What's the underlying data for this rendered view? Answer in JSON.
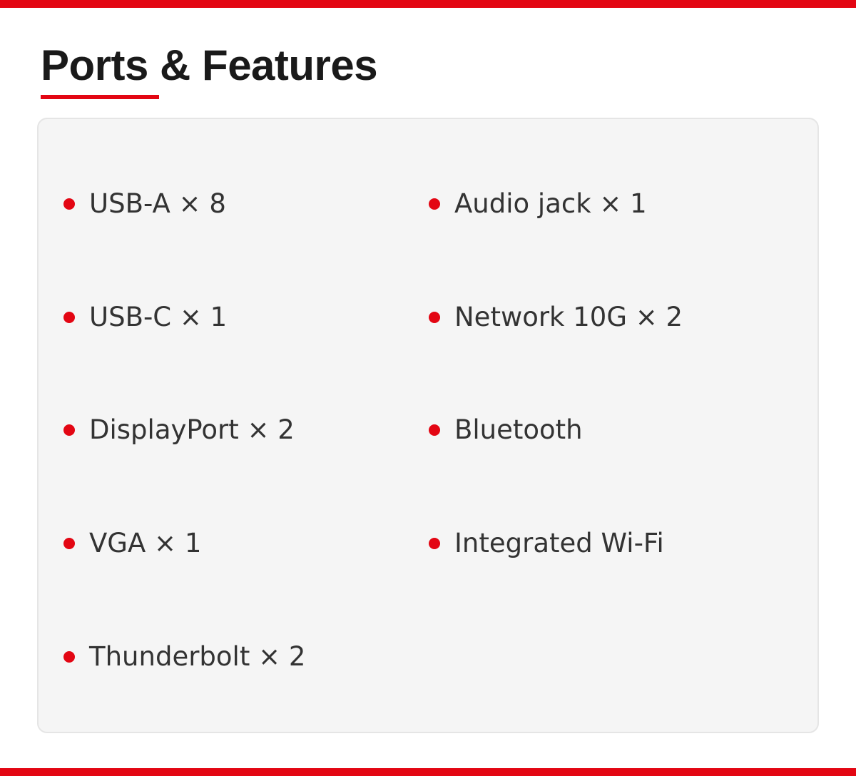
{
  "colors": {
    "accent": "#e30613",
    "panel_bg": "#f5f5f5",
    "text": "#333333",
    "title": "#1a1a1a"
  },
  "title": "Ports & Features",
  "features": {
    "left": [
      {
        "label": "USB-A × 8"
      },
      {
        "label": "USB-C × 1"
      },
      {
        "label": "DisplayPort × 2"
      },
      {
        "label": "VGA × 1"
      },
      {
        "label": "Thunderbolt × 2"
      }
    ],
    "right": [
      {
        "label": "Audio jack × 1"
      },
      {
        "label": "Network 10G × 2"
      },
      {
        "label": "Bluetooth"
      },
      {
        "label": "Integrated Wi-Fi"
      }
    ]
  }
}
